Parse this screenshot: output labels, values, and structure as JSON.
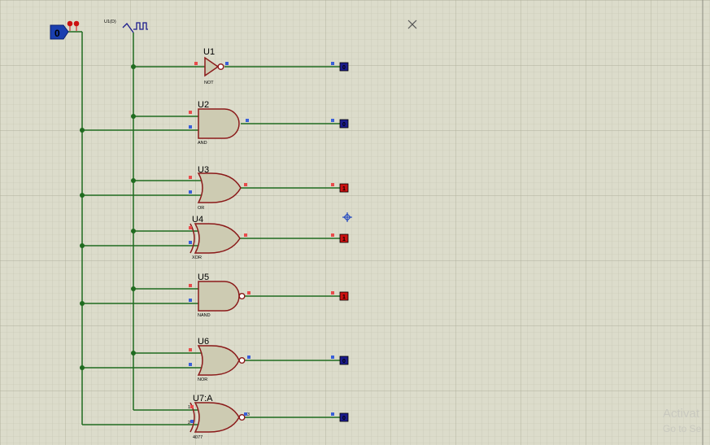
{
  "colors": {
    "background": "#dcdccb",
    "wire": "#1f6b1f",
    "gate_fill": "#cdcbb2",
    "gate_stroke": "#8b1a1a",
    "logic_high": "#cc1111",
    "logic_low": "#1a1a8c",
    "pin_red": "#e84b4b",
    "pin_blue": "#3a5fd8"
  },
  "logic_state": {
    "text": "0"
  },
  "clock": {
    "label": "U1(D)"
  },
  "gates": [
    {
      "ref": "U1",
      "type": "NOT",
      "output": "0"
    },
    {
      "ref": "U2",
      "type": "AND",
      "output": "0"
    },
    {
      "ref": "U3",
      "type": "OR",
      "output": "1"
    },
    {
      "ref": "U4",
      "type": "XOR",
      "output": "1"
    },
    {
      "ref": "U5",
      "type": "NAND",
      "output": "1"
    },
    {
      "ref": "U6",
      "type": "NOR",
      "output": "0"
    },
    {
      "ref": "U7:A",
      "type": "4077",
      "output": "0",
      "pins": [
        "1",
        "2",
        "3"
      ]
    }
  ],
  "watermark": {
    "line1": "Activat",
    "line2": "Go to Se"
  }
}
